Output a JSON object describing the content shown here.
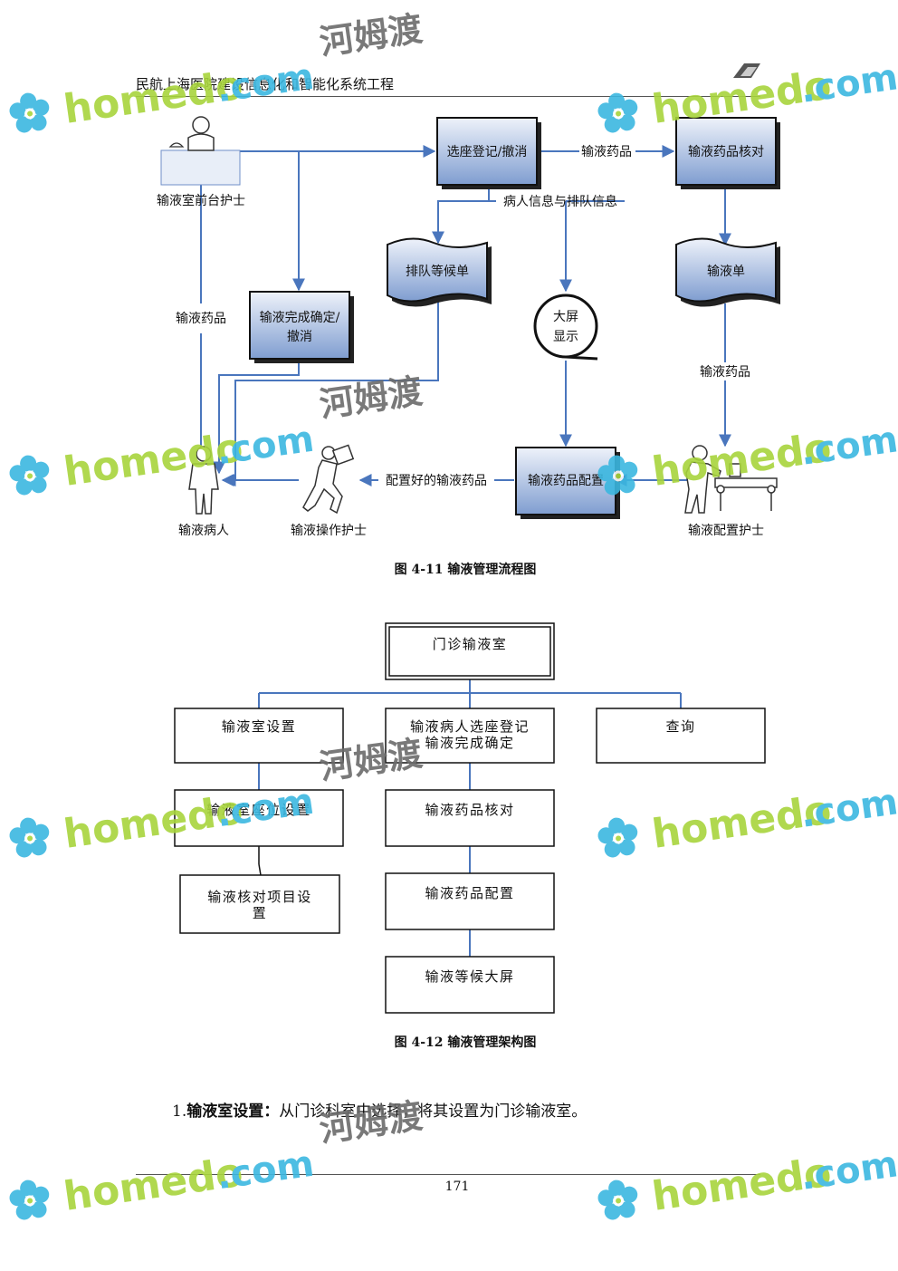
{
  "header": {
    "title": "民航上海医院建设信息化和智能化系统工程"
  },
  "flowchart": {
    "caption": "图 4-11 输液管理流程图",
    "nodes": {
      "front_nurse": "输液室前台护士",
      "seat_register": "选座登记/撤消",
      "drug_check": "输液药品核对",
      "queue_list": "排队等候单",
      "infusion_list": "输液单",
      "complete_confirm": "输液完成确定/撤消",
      "screen_line1": "大屏",
      "screen_line2": "显示",
      "drug_config": "输液药品配置",
      "patient": "输液病人",
      "operate_nurse": "输液操作护士",
      "config_nurse": "输液配置护士"
    },
    "edge_labels": {
      "drug_top": "输液药品",
      "patient_queue_info": "病人信息与排队信息",
      "drug_left": "输液药品",
      "drug_right": "输液药品",
      "configured_drug": "配置好的输液药品"
    }
  },
  "orgchart": {
    "caption": "图 4-12  输液管理架构图",
    "root": "门诊输液室",
    "room_setup": "输液室设置",
    "seat_reg_line1": "输液病人选座登记",
    "seat_reg_line2": "输液完成确定",
    "query": "查询",
    "seat_setup": "输液室座位设置",
    "check_items_line1": "输液核对项目设",
    "check_items_line2": "置",
    "drug_check": "输液药品核对",
    "drug_config": "输液药品配置",
    "wait_screen": "输液等候大屏"
  },
  "paragraph": {
    "number": "1.",
    "term": "输液室设置：",
    "text": "从门诊科室中选择，将其设置为门诊输液室。"
  },
  "footer": {
    "page_number": "171"
  },
  "watermark": {
    "brand": "homedo",
    "domain": ".com",
    "cn": "河姆渡"
  },
  "colors": {
    "box_fill_dark": "#7f9dd0",
    "box_fill_light": "#eef2fa",
    "line_blue": "#4a76bd",
    "wm_green": "#a8d43c",
    "wm_blue": "#3bb7e0"
  }
}
